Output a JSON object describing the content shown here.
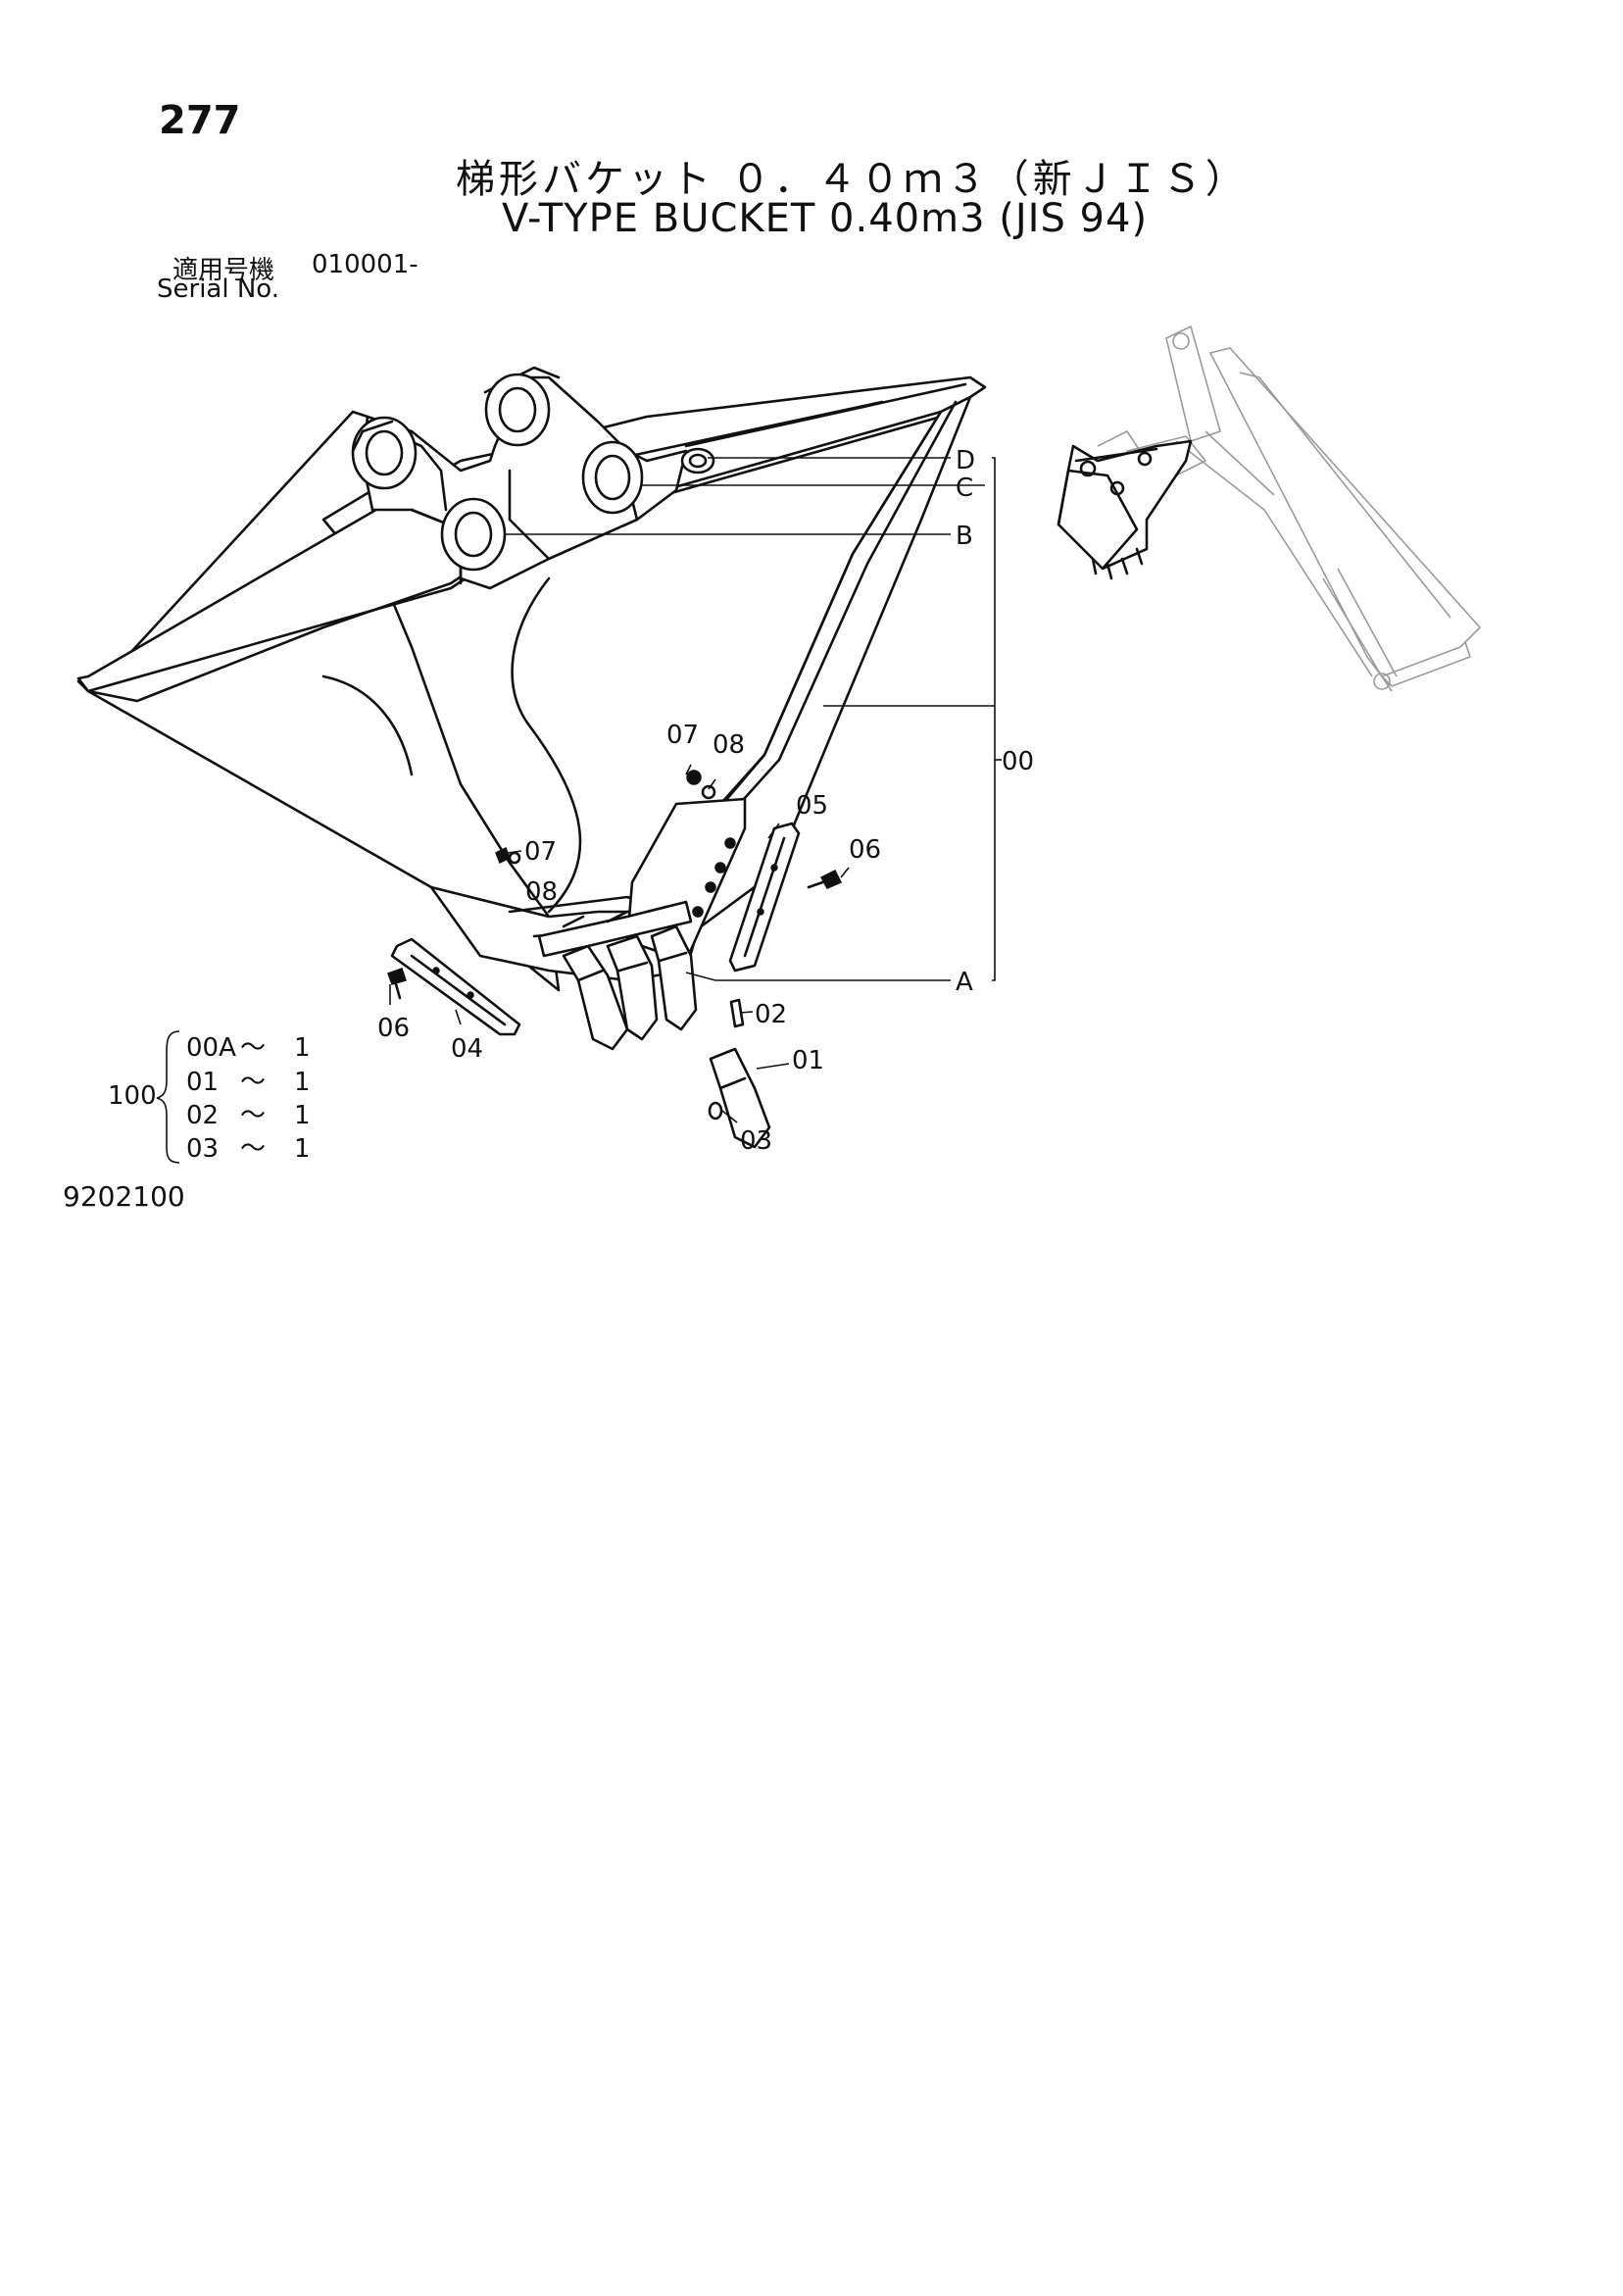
{
  "page_number": "277",
  "title_ja": "梯形バケット ０．４０ｍ３（新ＪＩＳ）",
  "title_en": "V-TYPE BUCKET 0.40m3 (JIS 94)",
  "serial": {
    "label_ja": "適用号機",
    "number": "010001-",
    "label_en": "Serial No."
  },
  "callouts": {
    "A": "A",
    "B": "B",
    "C": "C",
    "D": "D",
    "p00": "00",
    "p01": "01",
    "p02": "02",
    "p03": "03",
    "p04": "04",
    "p05": "05",
    "p06a": "06",
    "p06b": "06",
    "p07a": "07",
    "p07b": "07",
    "p08a": "08",
    "p08b": "08"
  },
  "kit": {
    "code": "100",
    "items": [
      {
        "part": "00A",
        "sep": "～",
        "qty": "1"
      },
      {
        "part": "01",
        "sep": "～",
        "qty": "1"
      },
      {
        "part": "02",
        "sep": "～",
        "qty": "1"
      },
      {
        "part": "03",
        "sep": "～",
        "qty": "1"
      }
    ]
  },
  "figure_code": "9202100"
}
